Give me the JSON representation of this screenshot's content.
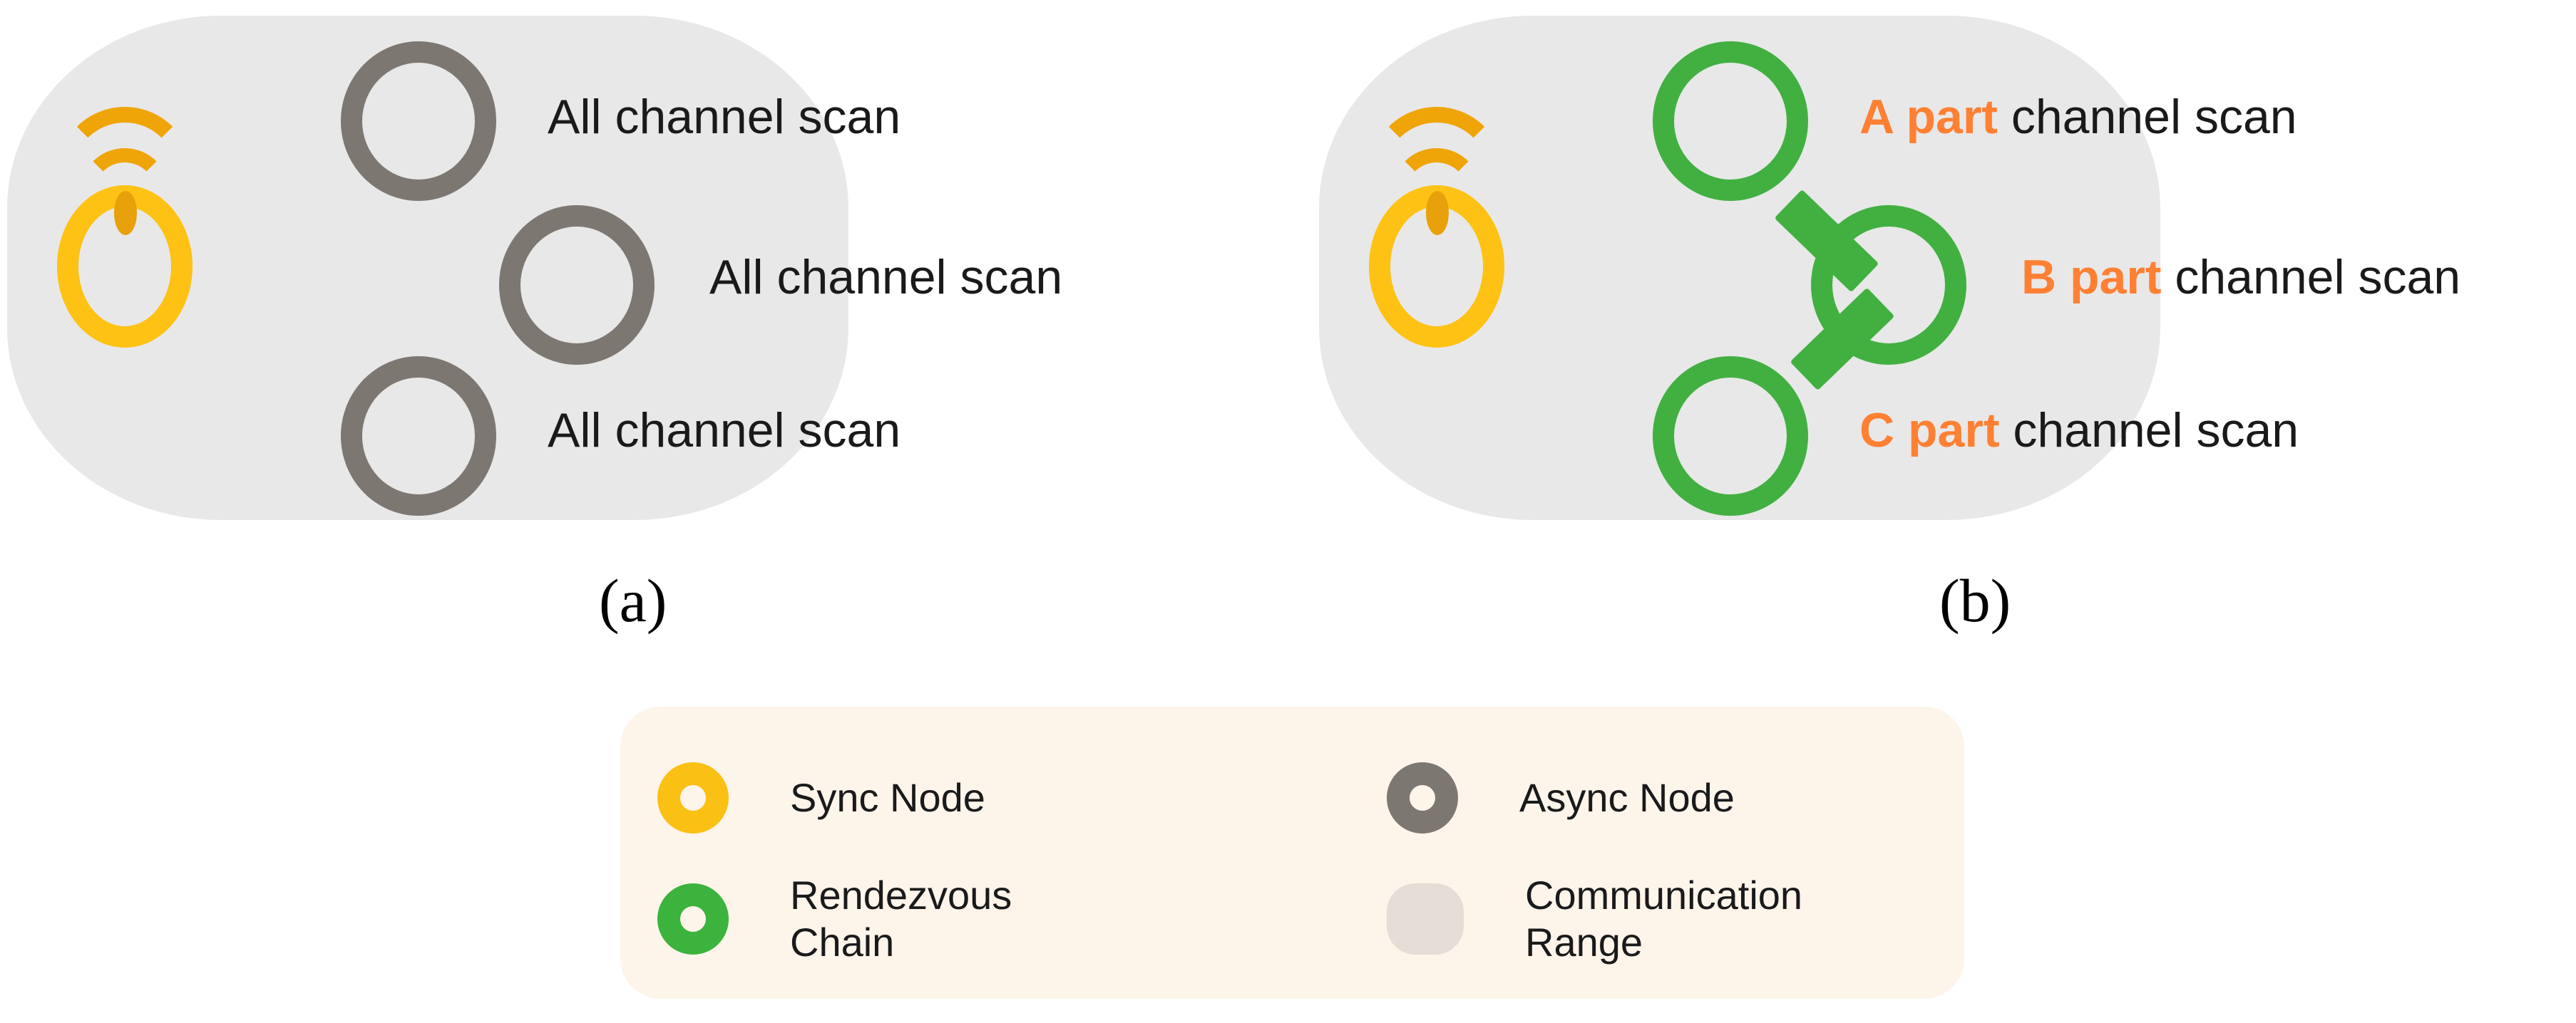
{
  "figure": {
    "panels": [
      {
        "id": "a",
        "caption": "(a)",
        "node_icon": "sync-node-wifi-icon",
        "range_shape": "communication-range-blob",
        "nodes": [
          {
            "type": "async-node",
            "color": "#7d7771"
          },
          {
            "type": "async-node",
            "color": "#7d7771"
          },
          {
            "type": "async-node",
            "color": "#7d7771"
          }
        ],
        "labels": [
          {
            "emphasis": "",
            "rest": "All channel scan"
          },
          {
            "emphasis": "",
            "rest": "All channel scan"
          },
          {
            "emphasis": "",
            "rest": "All channel scan"
          }
        ]
      },
      {
        "id": "b",
        "caption": "(b)",
        "node_icon": "sync-node-wifi-icon",
        "range_shape": "communication-range-blob",
        "nodes": [
          {
            "type": "rendezvous-chain-node",
            "color": "#41b040"
          },
          {
            "type": "rendezvous-chain-node",
            "color": "#41b040"
          },
          {
            "type": "rendezvous-chain-node",
            "color": "#41b040"
          }
        ],
        "labels": [
          {
            "emphasis": "A part",
            "rest": " channel scan"
          },
          {
            "emphasis": "B part",
            "rest": " channel scan"
          },
          {
            "emphasis": "C part",
            "rest": " channel scan"
          }
        ]
      }
    ]
  },
  "legend": {
    "background": "#FDF4EA",
    "items": [
      {
        "label": "Sync Node",
        "swatch": "donut",
        "color": "#FBC014",
        "icon": "sync-node-donut-icon"
      },
      {
        "label": "Async Node",
        "swatch": "donut",
        "color": "#7d7771",
        "icon": "async-node-donut-icon"
      },
      {
        "label": "Rendezvous\nChain",
        "swatch": "donut",
        "color": "#3CB33C",
        "icon": "rendezvous-chain-donut-icon"
      },
      {
        "label": "Communication\nRange",
        "swatch": "pill",
        "color": "#E4DED6",
        "icon": "communication-range-pill-icon"
      }
    ]
  },
  "colors": {
    "sync_yellow": "#FDC214",
    "sync_arc_orange": "#EFA508",
    "async_gray": "#7d7771",
    "chain_green": "#41b040",
    "accent_orange": "#FF8033",
    "range_gray": "#e8e8e8",
    "legend_bg": "#FDF4EA",
    "text_black": "#1a1a1a"
  }
}
